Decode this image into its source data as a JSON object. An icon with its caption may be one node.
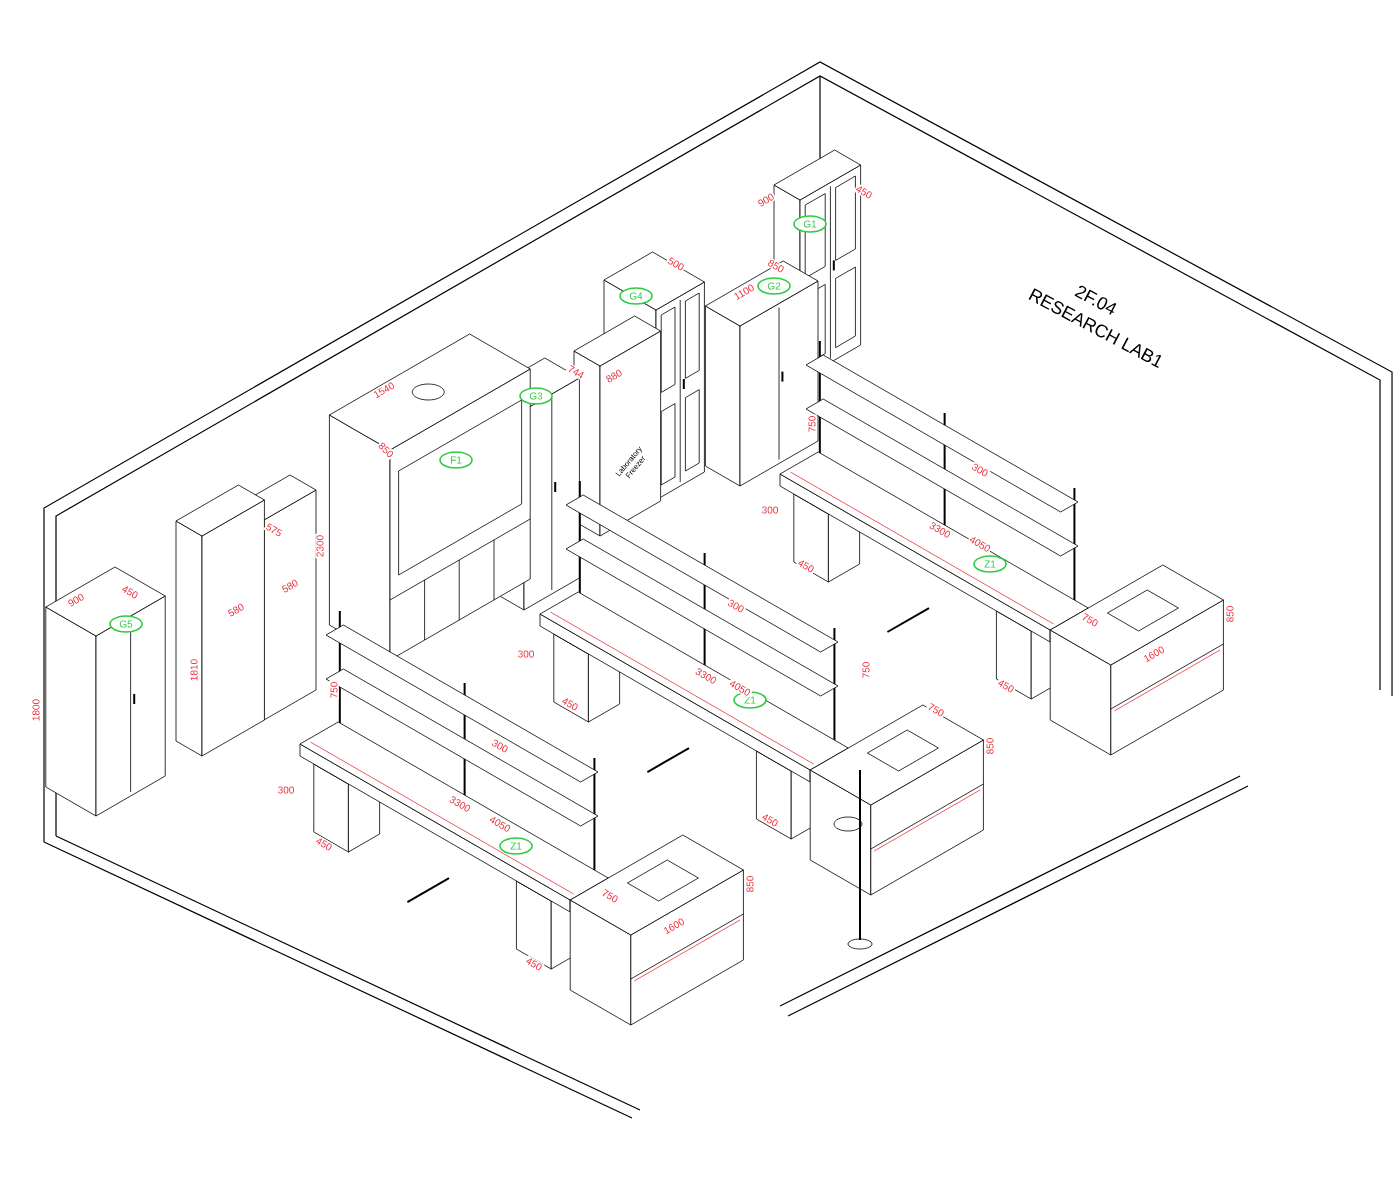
{
  "diagram": {
    "nodes": [
      {
        "text": [
          "G1"
        ]
      },
      {
        "text": [
          "G2"
        ]
      },
      {
        "text": [
          "G4"
        ]
      },
      {
        "text": [
          "G3"
        ]
      },
      {
        "text": [
          "F1"
        ]
      },
      {
        "text": [
          "Z1"
        ]
      },
      {
        "text": [
          "G5"
        ]
      },
      {
        "text": [
          "Z1"
        ]
      },
      {
        "text": [
          "Z1"
        ]
      }
    ],
    "labels": [
      "2F.04",
      "RESEARCH LAB1",
      "Laboratory Freezer",
      "900",
      "450",
      "850",
      "1100",
      "500",
      "744",
      "880",
      "1540",
      "750",
      "850",
      "300",
      "300",
      "3300",
      "2300",
      "575",
      "4050",
      "450",
      "450",
      "900",
      "580",
      "580",
      "300",
      "750",
      "850",
      "1600",
      "300",
      "1810",
      "750",
      "3300",
      "4050",
      "750",
      "450",
      "450",
      "750",
      "1800",
      "300",
      "850",
      "300",
      "3300",
      "4050",
      "450",
      "450",
      "750",
      "850",
      "1600",
      "450"
    ]
  }
}
